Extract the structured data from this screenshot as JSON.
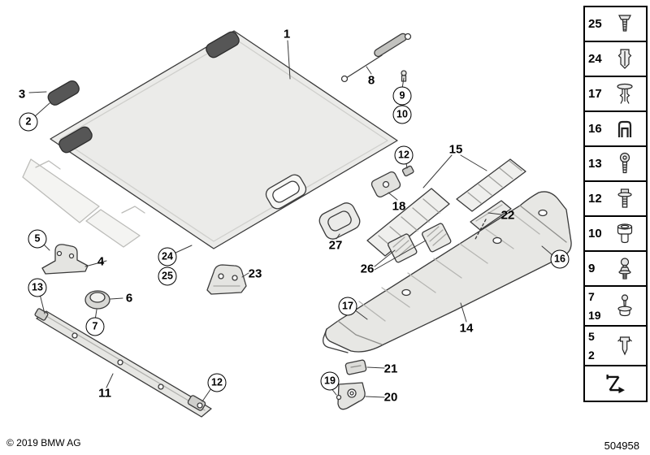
{
  "footer": {
    "copyright": "© 2019 BMW AG",
    "diagram_number": "504958"
  },
  "sidebar": {
    "items": [
      {
        "num": "25",
        "icon": "screw-icon"
      },
      {
        "num": "24",
        "icon": "expansion-nut-icon"
      },
      {
        "num": "17",
        "icon": "push-rivet-icon"
      },
      {
        "num": "16",
        "icon": "cage-clip-icon"
      },
      {
        "num": "13",
        "icon": "torx-screw-icon"
      },
      {
        "num": "12",
        "icon": "hex-bolt-icon"
      },
      {
        "num": "10",
        "icon": "threaded-sleeve-icon"
      },
      {
        "num": "9",
        "icon": "ball-stud-icon"
      },
      {
        "num": "7",
        "num2": "19",
        "icon": "grommet-screw-icon"
      },
      {
        "num": "5",
        "num2": "2",
        "icon": "expanding-clip-icon"
      },
      {
        "num": "",
        "icon": "fold-arrow-icon"
      }
    ]
  },
  "callouts": [
    {
      "label": "1",
      "circled": false
    },
    {
      "label": "8",
      "circled": false
    },
    {
      "label": "9",
      "circled": true
    },
    {
      "label": "10",
      "circled": true
    },
    {
      "label": "3",
      "circled": false
    },
    {
      "label": "2",
      "circled": true
    },
    {
      "label": "12",
      "circled": true
    },
    {
      "label": "15",
      "circled": false
    },
    {
      "label": "18",
      "circled": false
    },
    {
      "label": "22",
      "circled": false
    },
    {
      "label": "27",
      "circled": false
    },
    {
      "label": "24",
      "circled": true
    },
    {
      "label": "25",
      "circled": true
    },
    {
      "label": "4",
      "circled": false
    },
    {
      "label": "5",
      "circled": true
    },
    {
      "label": "23",
      "circled": false
    },
    {
      "label": "13",
      "circled": true
    },
    {
      "label": "6",
      "circled": false
    },
    {
      "label": "7",
      "circled": true
    },
    {
      "label": "26",
      "circled": false
    },
    {
      "label": "16",
      "circled": true
    },
    {
      "label": "17",
      "circled": true
    },
    {
      "label": "14",
      "circled": false
    },
    {
      "label": "11",
      "circled": false
    },
    {
      "label": "12",
      "circled": true
    },
    {
      "label": "21",
      "circled": false
    },
    {
      "label": "19",
      "circled": true
    },
    {
      "label": "20",
      "circled": false
    }
  ]
}
